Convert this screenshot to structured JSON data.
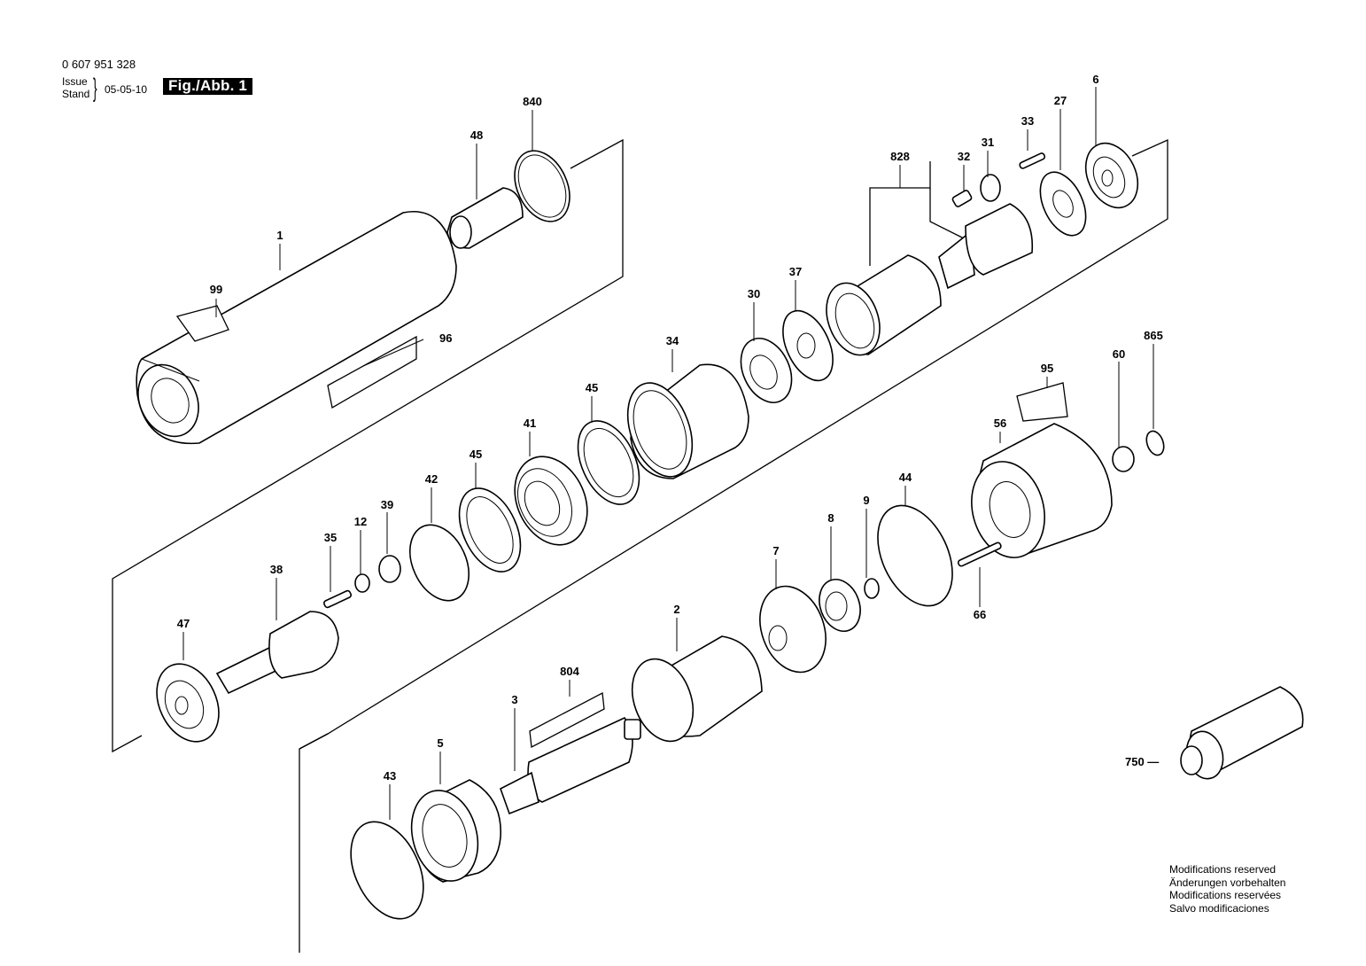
{
  "header": {
    "part_number": "0 607 951 328",
    "issue_label": "Issue\nStand",
    "brace": "}",
    "issue_date": "05-05-10",
    "figure_label": "Fig./Abb. 1"
  },
  "callouts": {
    "p1": "1",
    "p99": "99",
    "p96": "96",
    "p48": "48",
    "p840": "840",
    "p828": "828",
    "p32": "32",
    "p31": "31",
    "p33": "33",
    "p27": "27",
    "p6": "6",
    "p37": "37",
    "p30": "30",
    "p34": "34",
    "p45a": "45",
    "p41": "41",
    "p45b": "45",
    "p42": "42",
    "p39": "39",
    "p12": "12",
    "p35": "35",
    "p38": "38",
    "p47": "47",
    "p865": "865",
    "p95": "95",
    "p60": "60",
    "p56": "56",
    "p44": "44",
    "p9": "9",
    "p8": "8",
    "p7": "7",
    "p66": "66",
    "p2": "2",
    "p804": "804",
    "p3": "3",
    "p5": "5",
    "p43": "43",
    "p750": "750 —"
  },
  "notes": [
    "Modifications reserved",
    "Änderungen vorbehalten",
    "Modifications reservées",
    "Salvo modificaciones"
  ]
}
